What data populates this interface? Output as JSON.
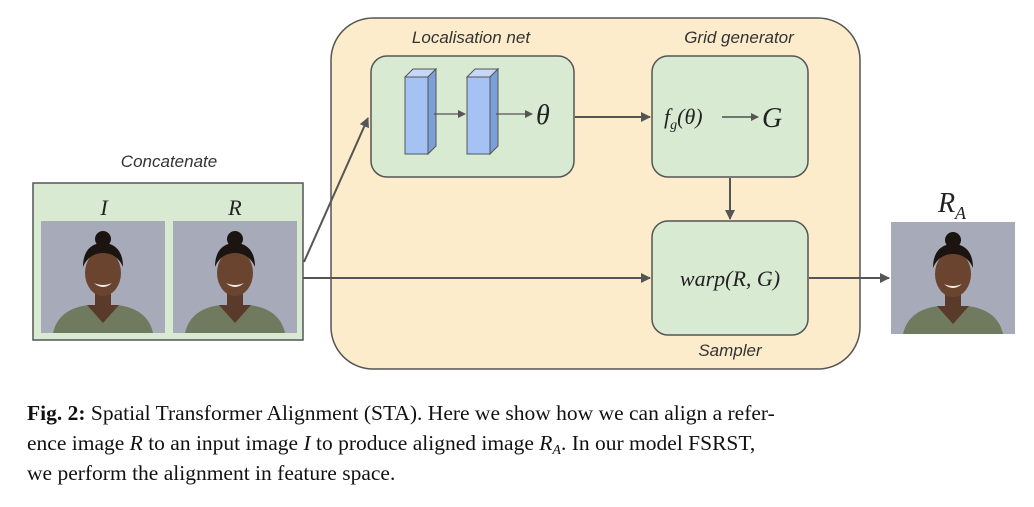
{
  "labels": {
    "concatenate": "Concatenate",
    "input_symbol": "I",
    "reference_symbol": "R",
    "localisation_net": "Localisation net",
    "grid_generator": "Grid generator",
    "sampler": "Sampler",
    "theta": "θ",
    "grid_fn": "f",
    "grid_fn_sub": "g",
    "grid_fn_arg": "(θ)",
    "grid_output": "G",
    "warp": "warp(R, G)",
    "output_symbol": "R",
    "output_symbol_sub": "A"
  },
  "caption": {
    "fig_label": "Fig. 2:",
    "part1": " Spatial Transformer Alignment (STA). Here we show how we can align a refer-",
    "part2a": "ence image ",
    "var_R": "R",
    "part2b": " to an input image ",
    "var_I": "I",
    "part2c": " to produce aligned image ",
    "var_RA": "R",
    "var_RA_sub": "A",
    "part2d": ". In our model FSRST,",
    "part3": "we perform the alignment in feature space."
  },
  "colors": {
    "stn_panel": "#fdeccb",
    "green_box": "#d9ead3",
    "box_border": "#555555",
    "arrow": "#555555",
    "layer_fill": "#a4c2f4",
    "photo_bg": "#a7aab8"
  }
}
